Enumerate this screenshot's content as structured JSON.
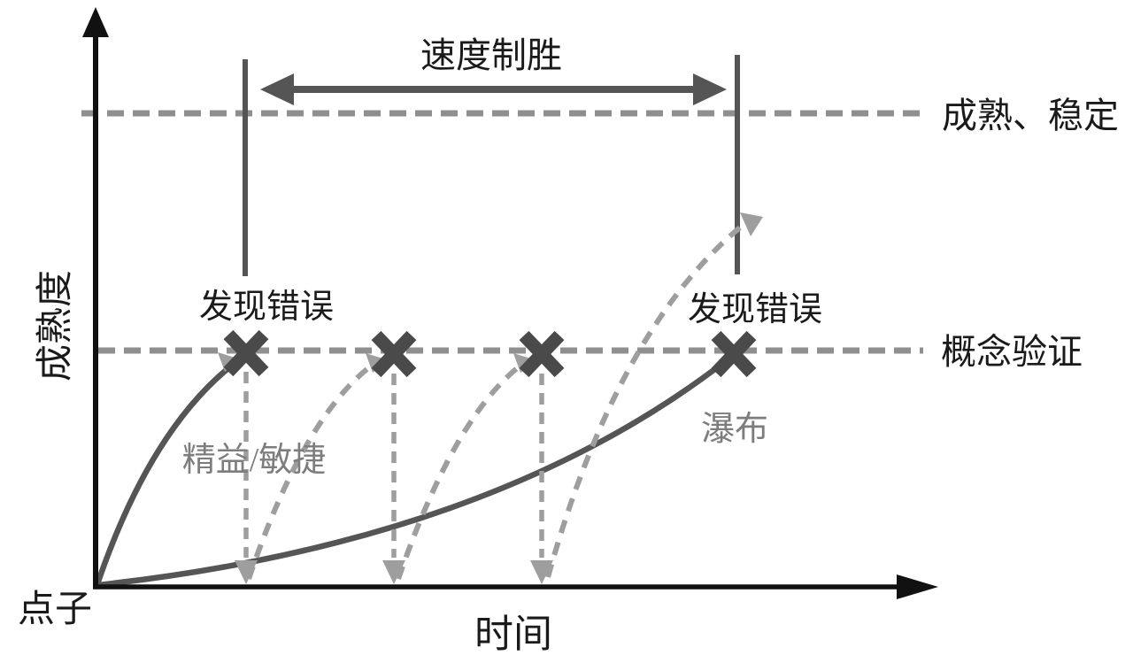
{
  "colors": {
    "background": "#ffffff",
    "axis": "#111111",
    "dark_gray": "#555555",
    "x_mark": "#4a4a4a",
    "dashed_reference": "#8f8f8f",
    "light_gray": "#9e9e9e",
    "gray_label": "#7d7d7d",
    "text": "#1a1a1a"
  },
  "axes": {
    "y_label": "成熟度",
    "x_label": "时间",
    "origin_label": "点子"
  },
  "reference_lines": {
    "mature_stable": "成熟、稳定",
    "proof_of_concept": "概念验证"
  },
  "annotations": {
    "speed_wins": "速度制胜",
    "error_found_left": "发现错误",
    "error_found_right": "发现错误",
    "lean_agile": "精益/敏捷",
    "waterfall": "瀑布"
  },
  "markers": {
    "error_x_count": 4,
    "iteration_drop_count": 3
  }
}
